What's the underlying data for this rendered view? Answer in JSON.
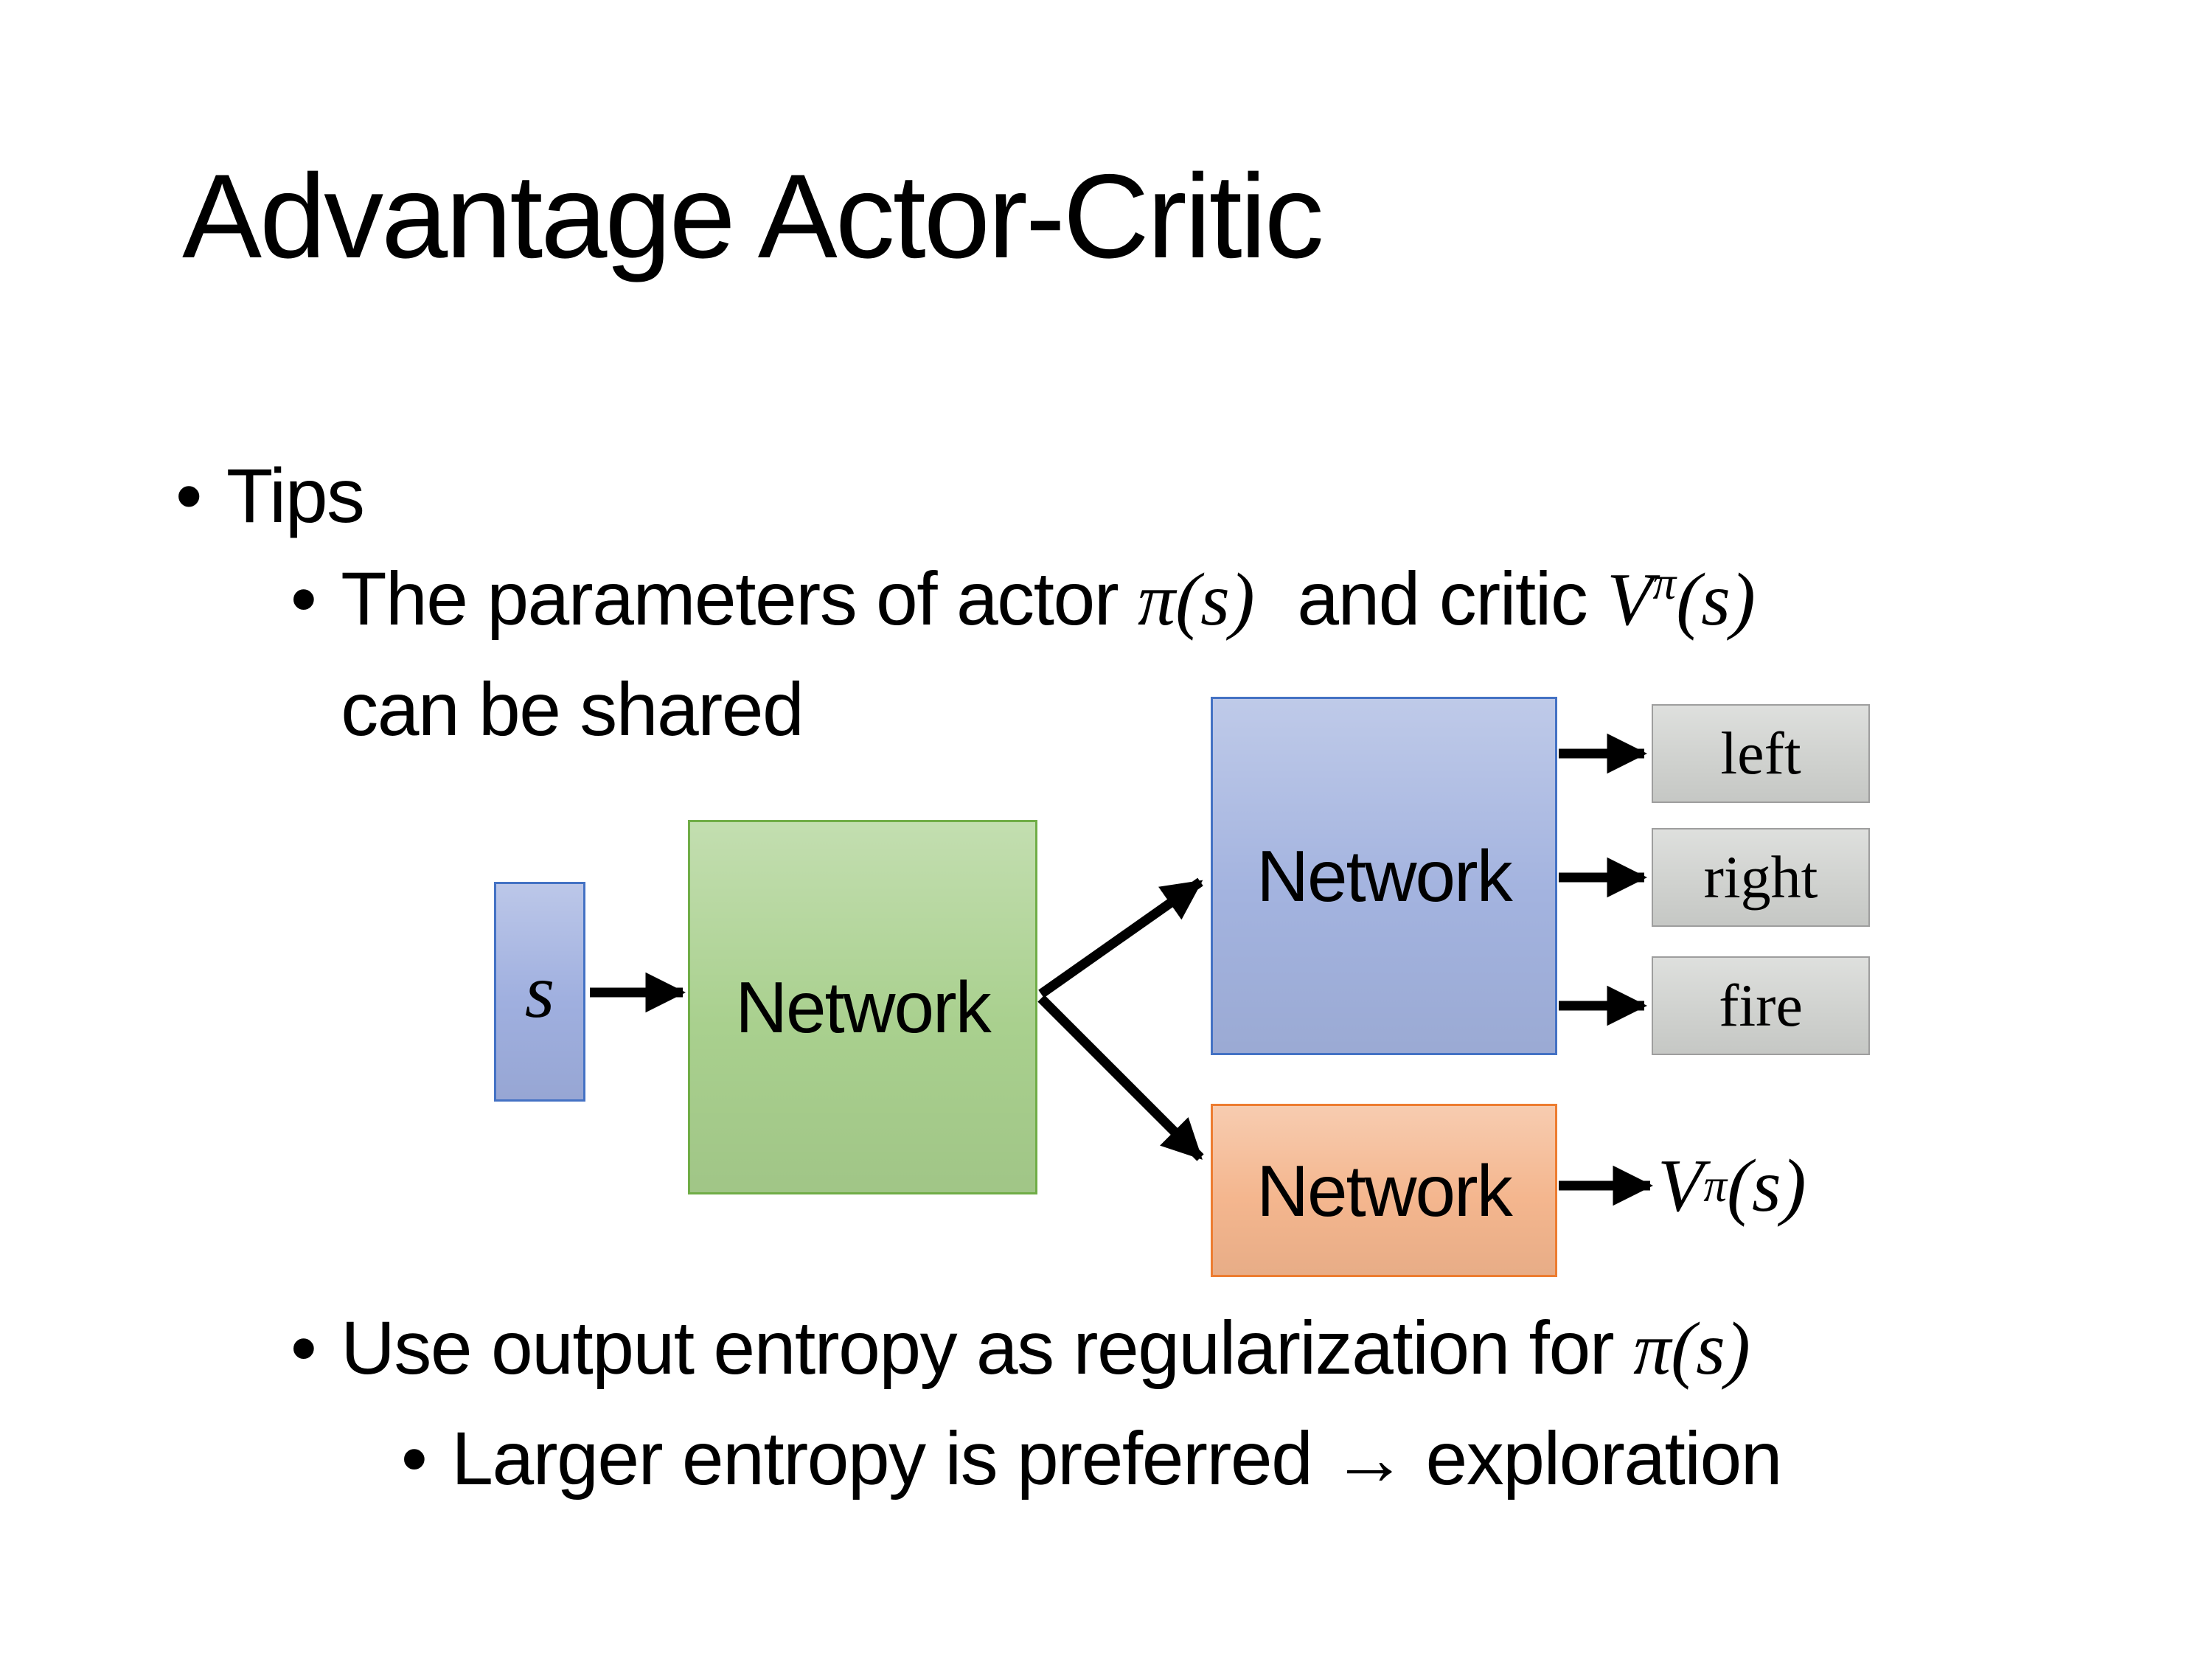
{
  "slide": {
    "title": "Advantage Actor-Critic",
    "bullet_glyph": "•",
    "tips": "Tips",
    "params": {
      "pre": "The parameters of actor ",
      "actor_math": "π(s)",
      "mid": " and critic ",
      "critic_base": "V",
      "critic_sup": "π",
      "critic_args": "(s)",
      "line2": "can be shared"
    },
    "entropy": {
      "pre": "Use output entropy as regularization for ",
      "math": "π(s)"
    },
    "exploration": "Larger entropy is preferred → exploration"
  },
  "diagram": {
    "state_label": "s",
    "shared_network_label": "Network",
    "actor_network_label": "Network",
    "critic_network_label": "Network",
    "action_left": "left",
    "action_right": "right",
    "action_fire": "fire",
    "value_base": "V",
    "value_sup": "π",
    "value_args": "(s)",
    "colors": {
      "state_fill": "#9fafdf",
      "state_border": "#4472c4",
      "shared_fill": "#a9d08e",
      "shared_border": "#70ad47",
      "actor_fill": "#a3b3df",
      "actor_border": "#4472c4",
      "critic_fill": "#f4b68e",
      "critic_border": "#ed7d31",
      "action_fill": "#d0d2cf",
      "action_border": "#9e9e9e",
      "arrow": "#000000"
    }
  }
}
